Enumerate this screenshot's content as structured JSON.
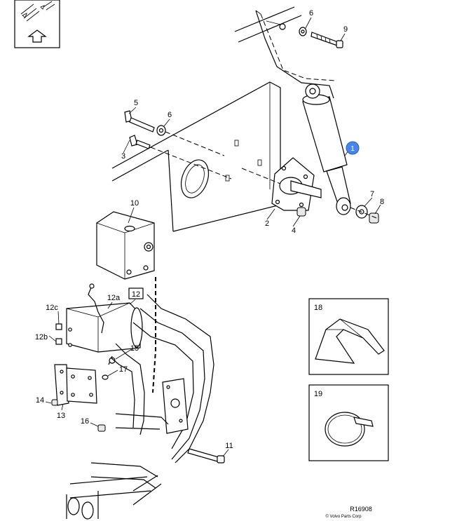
{
  "diagram": {
    "callouts": [
      {
        "id": "c1",
        "text": "1"
      },
      {
        "id": "c2",
        "text": "2"
      },
      {
        "id": "c3",
        "text": "3"
      },
      {
        "id": "c4",
        "text": "4"
      },
      {
        "id": "c5",
        "text": "5"
      },
      {
        "id": "c6a",
        "text": "6"
      },
      {
        "id": "c6b",
        "text": "6"
      },
      {
        "id": "c7",
        "text": "7"
      },
      {
        "id": "c8",
        "text": "8"
      },
      {
        "id": "c9",
        "text": "9"
      },
      {
        "id": "c10",
        "text": "10"
      },
      {
        "id": "c11",
        "text": "11"
      },
      {
        "id": "c12",
        "text": "12"
      },
      {
        "id": "c12a",
        "text": "12a"
      },
      {
        "id": "c12b",
        "text": "12b"
      },
      {
        "id": "c12c",
        "text": "12c"
      },
      {
        "id": "c13",
        "text": "13"
      },
      {
        "id": "c14",
        "text": "14"
      },
      {
        "id": "c15",
        "text": "15"
      },
      {
        "id": "c16",
        "text": "16"
      },
      {
        "id": "c17",
        "text": "17"
      },
      {
        "id": "c18",
        "text": "18"
      },
      {
        "id": "c19",
        "text": "19"
      }
    ],
    "highlight_color": "#4a86e8",
    "reference": "R16908",
    "copyright": "© Volvo Parts Corp"
  }
}
